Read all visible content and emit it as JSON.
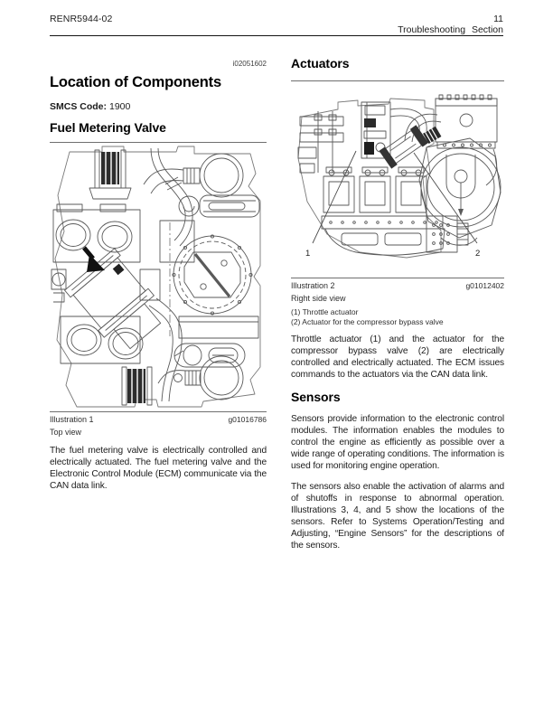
{
  "header": {
    "doc_number": "RENR5944-02",
    "page_number": "11",
    "section": "Troubleshooting Section"
  },
  "left_column": {
    "article_code": "i02051602",
    "title": "Location of Components",
    "smcs_label": "SMCS Code:",
    "smcs_value": "1900",
    "subsection": "Fuel Metering Valve",
    "illustration": {
      "label": "Illustration 1",
      "code": "g01016786",
      "view": "Top view"
    },
    "paragraph": "The fuel metering valve is electrically controlled and electrically actuated. The fuel metering valve and the Electronic Control Module (ECM) communicate via the CAN data link."
  },
  "right_column": {
    "actuators": {
      "title": "Actuators",
      "illustration": {
        "label": "Illustration 2",
        "code": "g01012402",
        "view": "Right side view",
        "callouts": [
          {
            "text": "(1) Throttle actuator"
          },
          {
            "text": "(2) Actuator for the compressor bypass valve"
          }
        ]
      },
      "paragraph": "Throttle actuator (1) and the actuator for the compressor bypass valve (2) are electrically controlled and electrically actuated. The ECM issues commands to the actuators via the CAN data link."
    },
    "sensors": {
      "title": "Sensors",
      "paragraph1": "Sensors provide information to the electronic control modules. The information enables the modules to control the engine as efficiently as possible over a wide range of operating conditions. The information is used for monitoring engine operation.",
      "paragraph2": "The sensors also enable the activation of alarms and of shutoffs in response to abnormal operation. Illustrations 3, 4, and 5 show the locations of the sensors. Refer to Systems Operation/Testing and Adjusting, “Engine Sensors” for the descriptions of the sensors."
    }
  },
  "figure_labels": {
    "callout_1": "1",
    "callout_2": "2"
  }
}
